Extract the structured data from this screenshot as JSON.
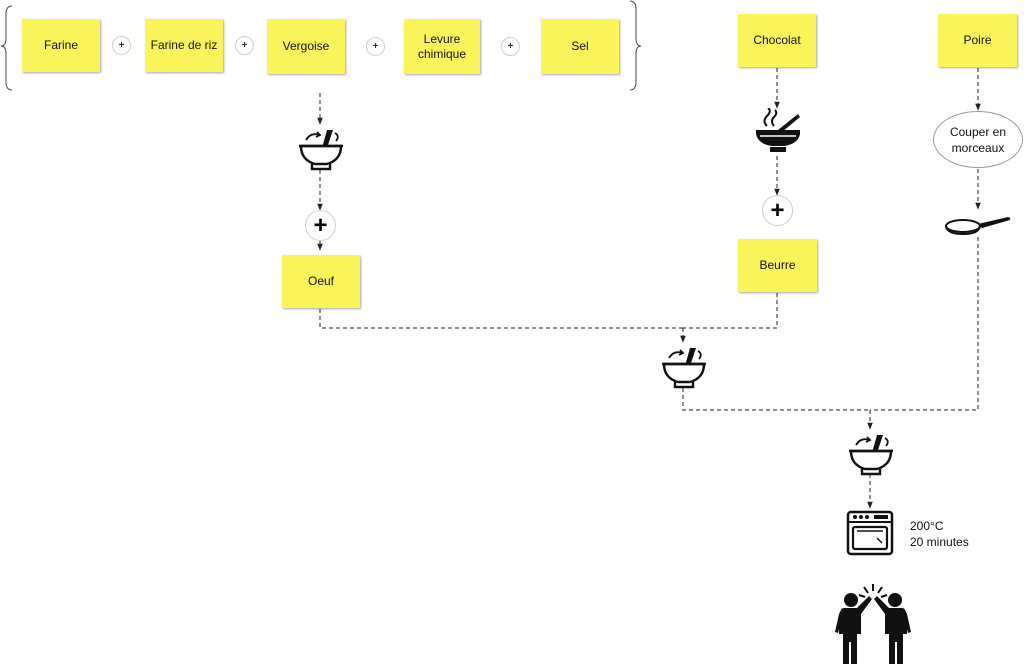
{
  "ingredients": {
    "farine": "Farine",
    "farine_riz": "Farine de riz",
    "vergoise": "Vergoise",
    "levure": "Levure chimique",
    "sel": "Sel",
    "chocolat": "Chocolat",
    "poire": "Poire",
    "oeuf": "Oeuf",
    "beurre": "Beurre"
  },
  "operators": {
    "plus": "+"
  },
  "steps": {
    "cut": "Couper en morceaux"
  },
  "oven": {
    "temperature": "200°C",
    "duration": "20 minutes"
  },
  "icons": {
    "mixing_bowl": "mixing-bowl-icon",
    "melting_bowl": "melting-bowl-icon",
    "frying_pan": "frying-pan-icon",
    "oven": "oven-icon",
    "celebration": "high-five-icon"
  }
}
